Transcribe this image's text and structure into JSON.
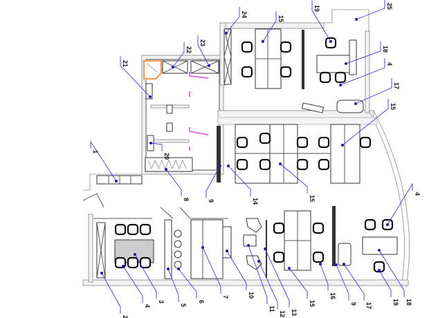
{
  "title": "Office floor plan with numbered callouts",
  "callouts": [
    "1",
    "21",
    "22",
    "23",
    "24",
    "15",
    "19",
    "25",
    "18",
    "4",
    "17",
    "15",
    "20",
    "8",
    "9",
    "14",
    "15",
    "4",
    "2",
    "4",
    "3",
    "5",
    "6",
    "7",
    "10",
    "11",
    "12",
    "13",
    "15",
    "16",
    "9",
    "17",
    "19",
    "18"
  ],
  "colors": {
    "leader": "#3b3bd0",
    "door_swing": "#e070e0",
    "shower": "#f0a060",
    "wall": "#9a9a9a"
  }
}
